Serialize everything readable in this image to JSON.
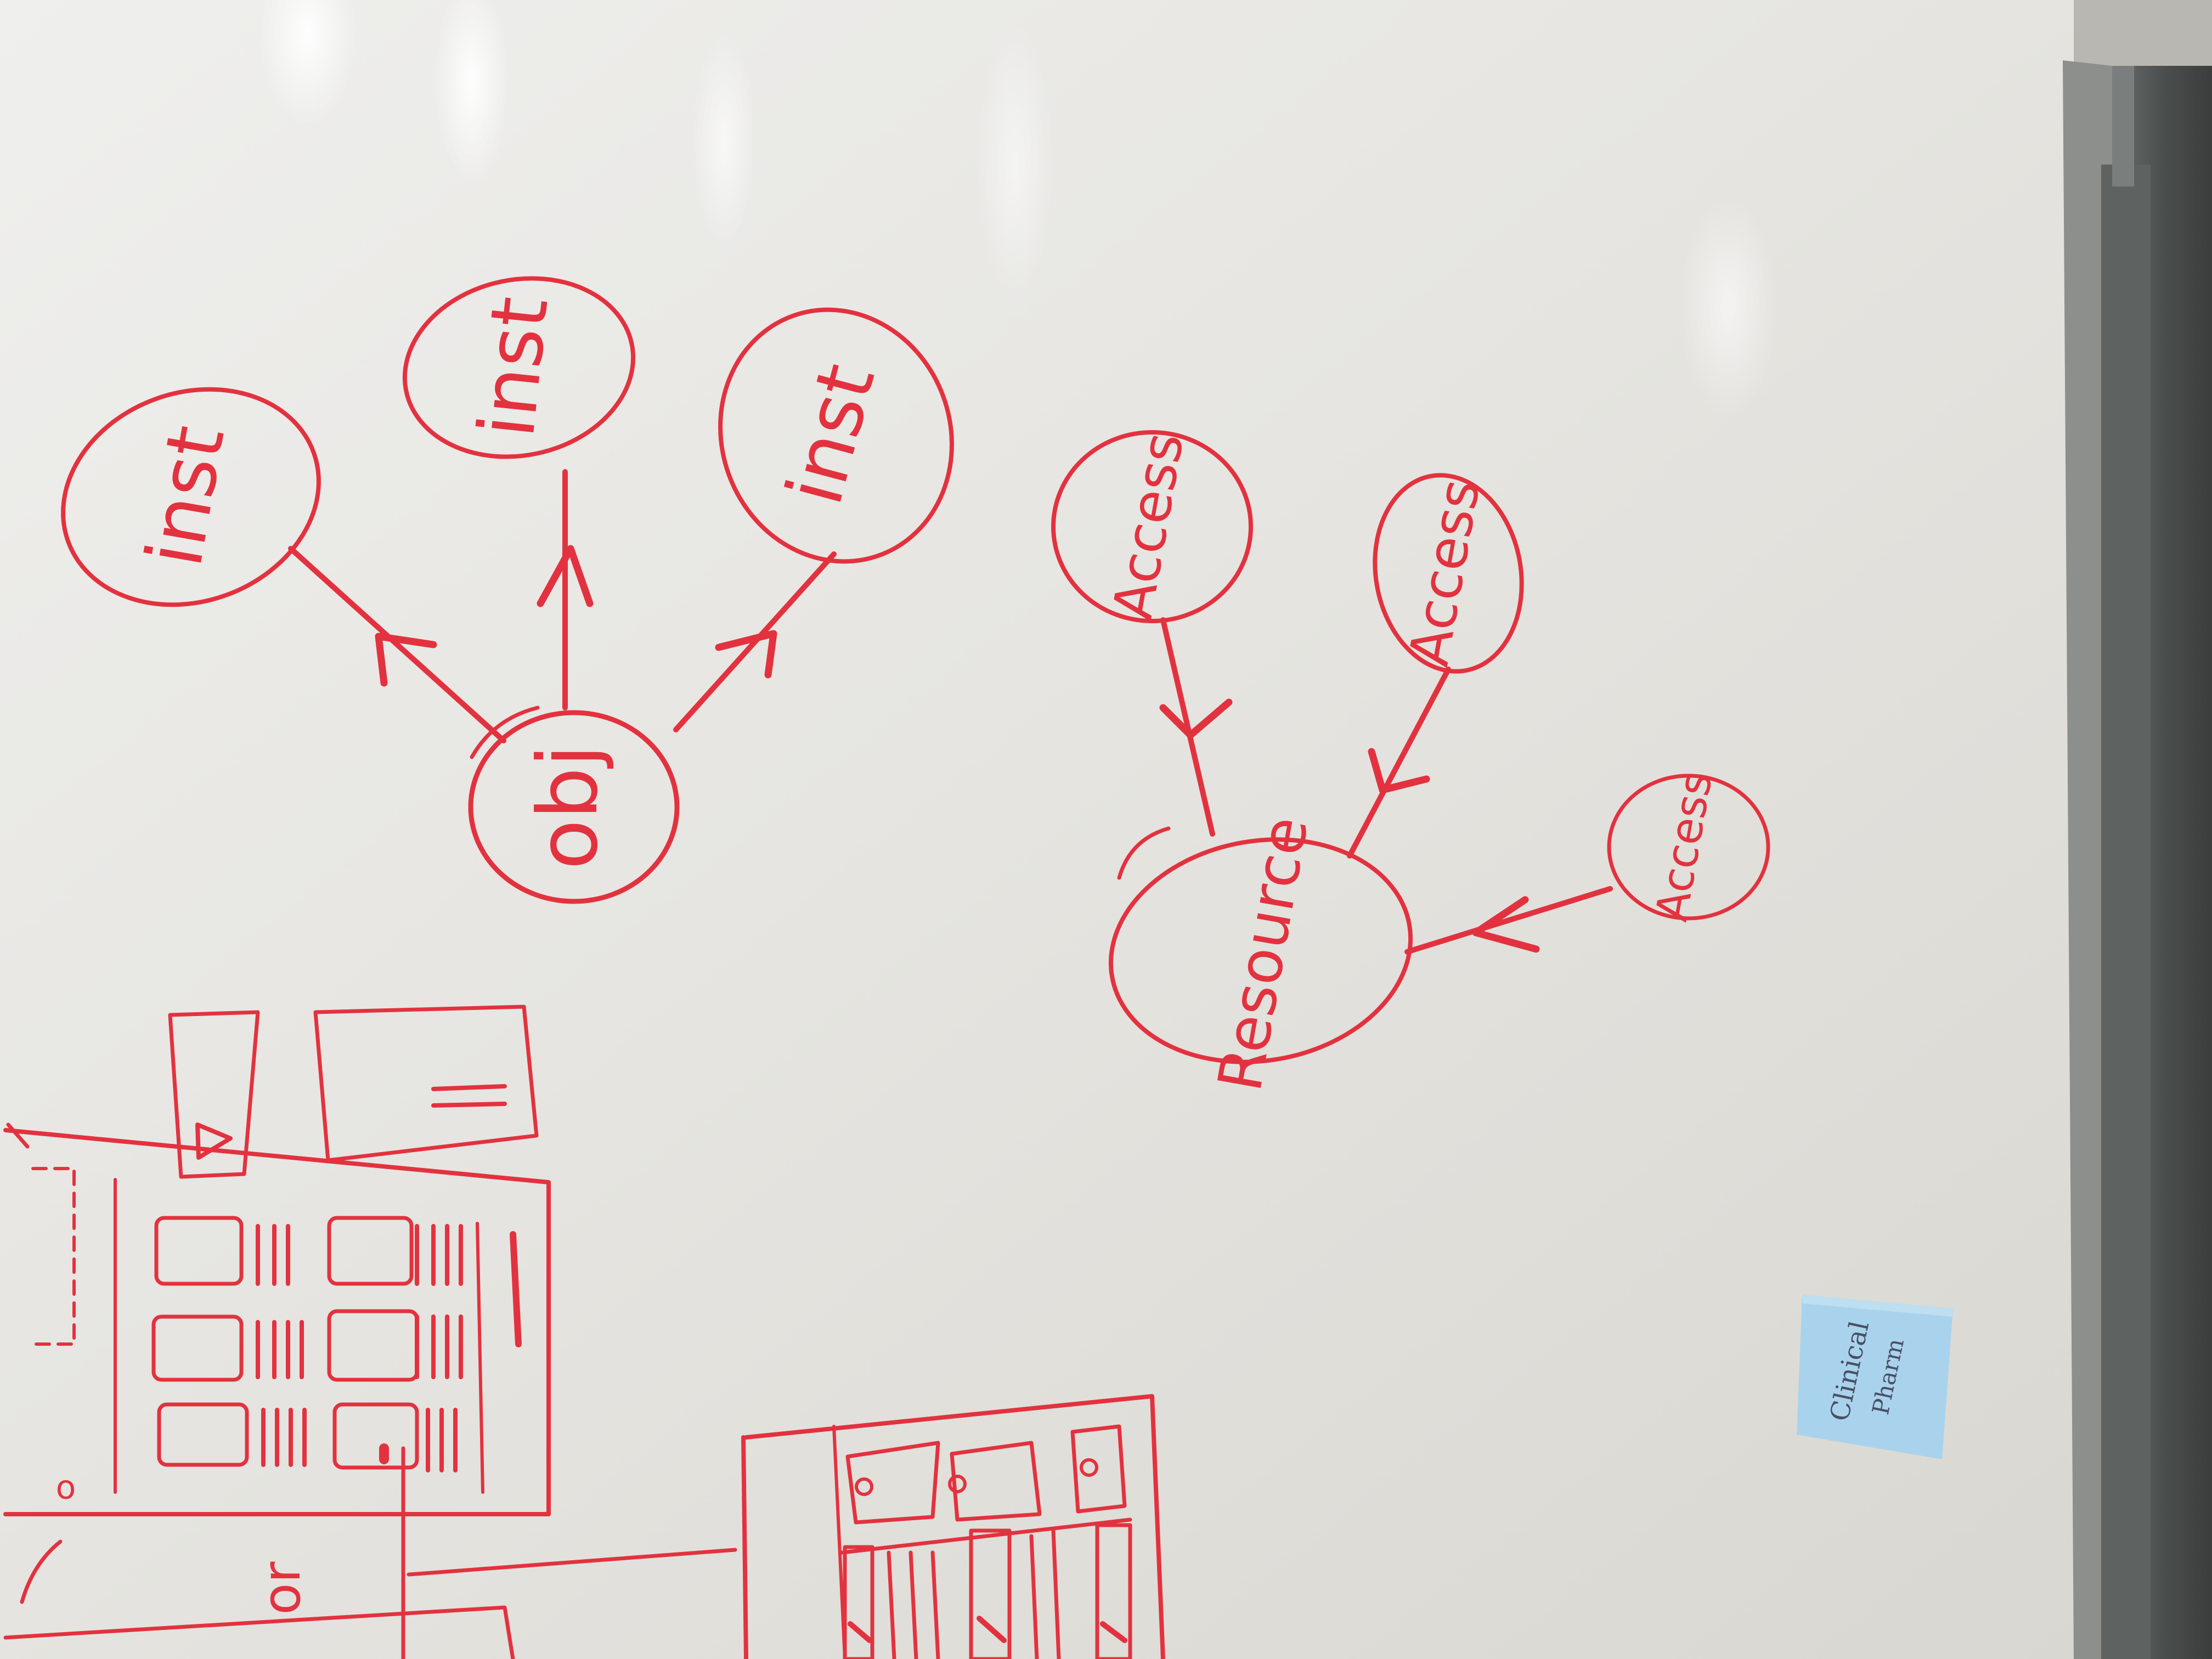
{
  "colors": {
    "marker_ink": "#e3323f",
    "board": "#e6e4df",
    "sticky_note": "#a9d3ec",
    "frame": "#4d5150"
  },
  "objects_diagram": {
    "center_label": "obj",
    "instance_labels": [
      "inst",
      "inst",
      "inst"
    ]
  },
  "resource_diagram": {
    "center_label": "Resource",
    "access_labels": [
      "Access",
      "Access",
      "Access"
    ]
  },
  "sticky_note": {
    "line1": "Clinical",
    "line2": "Pharm"
  },
  "wireframe_left": {
    "corner_label": "o",
    "separator_label": "or"
  },
  "icons": [
    "play-icon",
    "pause-icon",
    "sticky-note-icon"
  ]
}
